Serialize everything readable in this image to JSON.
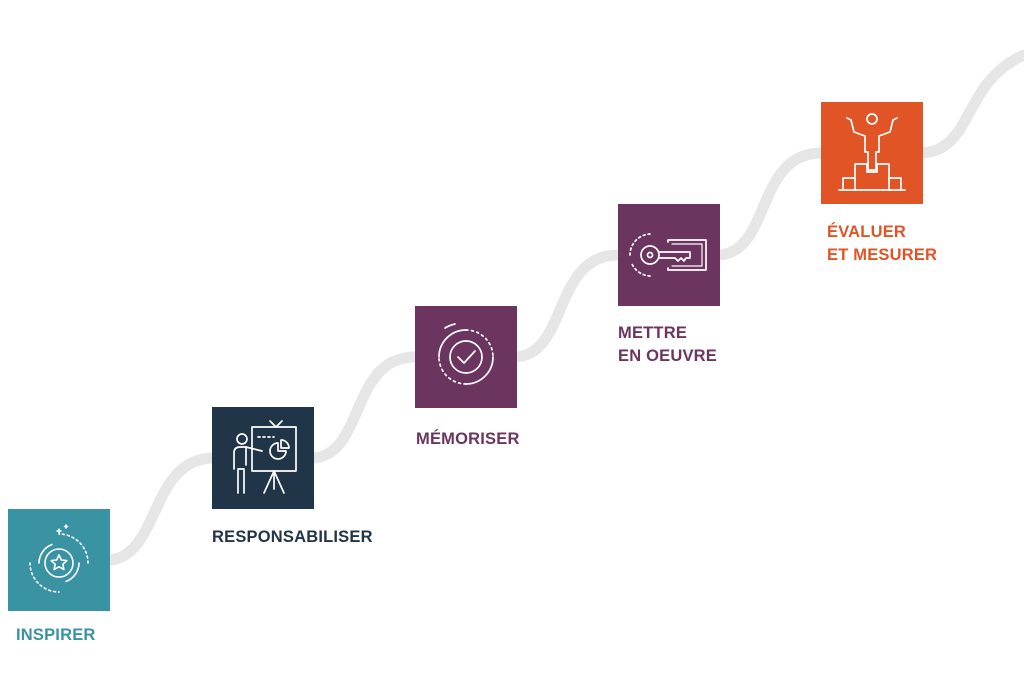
{
  "steps": [
    {
      "label_lines": [
        "INSPIRER"
      ],
      "color": "#3a93a3",
      "icon": "star-badge-icon"
    },
    {
      "label_lines": [
        "RESPONSABILISER"
      ],
      "color": "#213548",
      "icon": "presenter-icon"
    },
    {
      "label_lines": [
        "MÉMORISER"
      ],
      "color": "#6c3560",
      "icon": "check-circle-icon"
    },
    {
      "label_lines": [
        "METTRE",
        "EN OEUVRE"
      ],
      "color": "#6c3560",
      "icon": "key-icon"
    },
    {
      "label_lines": [
        "ÉVALUER",
        "ET MESURER"
      ],
      "color": "#e05426",
      "icon": "podium-winner-icon"
    }
  ],
  "path_color": "#e6e6e6"
}
